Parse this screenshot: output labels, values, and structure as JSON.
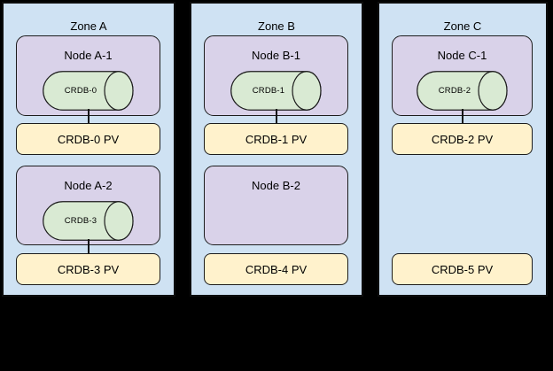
{
  "diagram": {
    "description": "CockroachDB pods on Kubernetes nodes across availability zones with persistent volumes",
    "colors": {
      "background": "#000000",
      "zone_fill": "#cfe2f3",
      "node_fill": "#d9d2e9",
      "pod_cylinder_fill": "#d9ead3",
      "pv_fill": "#fff2cc",
      "border": "#1c1c1c"
    }
  },
  "zones": [
    {
      "label": "Zone A",
      "nodes": [
        {
          "label": "Node A-1",
          "pod": {
            "label": "CRDB-0"
          },
          "pv": {
            "label": "CRDB-0 PV"
          },
          "connected": true
        },
        {
          "label": "Node A-2",
          "pod": {
            "label": "CRDB-3"
          },
          "pv": {
            "label": "CRDB-3 PV"
          },
          "connected": true
        }
      ]
    },
    {
      "label": "Zone B",
      "nodes": [
        {
          "label": "Node B-1",
          "pod": {
            "label": "CRDB-1"
          },
          "pv": {
            "label": "CRDB-1 PV"
          },
          "connected": true
        },
        {
          "label": "Node B-2",
          "pod": null,
          "pv": {
            "label": "CRDB-4 PV"
          },
          "connected": false
        }
      ]
    },
    {
      "label": "Zone C",
      "nodes": [
        {
          "label": "Node C-1",
          "pod": {
            "label": "CRDB-2"
          },
          "pv": {
            "label": "CRDB-2 PV"
          },
          "connected": true
        },
        {
          "label": null,
          "pod": null,
          "pv": {
            "label": "CRDB-5 PV"
          },
          "connected": false
        }
      ]
    }
  ]
}
